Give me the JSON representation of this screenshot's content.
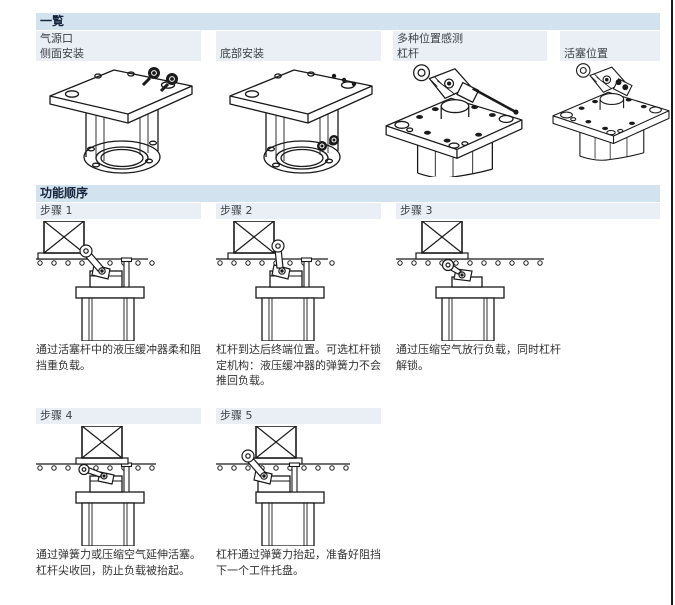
{
  "colors": {
    "section_band": "#d3e2ef",
    "caption_band": "#eaeff5",
    "header_text": "#16233b",
    "body_text": "#333333"
  },
  "overview": {
    "title": "一覧",
    "captions": [
      {
        "line1": "气源口",
        "line2": "侧面安装"
      },
      {
        "line1": "",
        "line2": "底部安装"
      },
      {
        "line1": "多种位置感测",
        "line2": "杠杆"
      },
      {
        "line1": "",
        "line2": "活塞位置"
      }
    ]
  },
  "sequence": {
    "title": "功能顺序",
    "steps": [
      {
        "label": "步骤 1",
        "description": "通过活塞杆中的液压缓冲器柔和阻挡重负载。"
      },
      {
        "label": "步骤 2",
        "description": "杠杆到达后终端位置。可选杠杆锁定机构：液压缓冲器的弹簧力不会推回负载。"
      },
      {
        "label": "步骤 3",
        "description": "通过压缩空气放行负载，同时杠杆解锁。"
      },
      {
        "label": "步骤 4",
        "description": "通过弹簧力或压缩空气延伸活塞。杠杆尖收回，防止负载被抬起。"
      },
      {
        "label": "步骤 5",
        "description": "杠杆通过弹簧力抬起，准备好阻挡下一个工件托盘。"
      }
    ]
  }
}
